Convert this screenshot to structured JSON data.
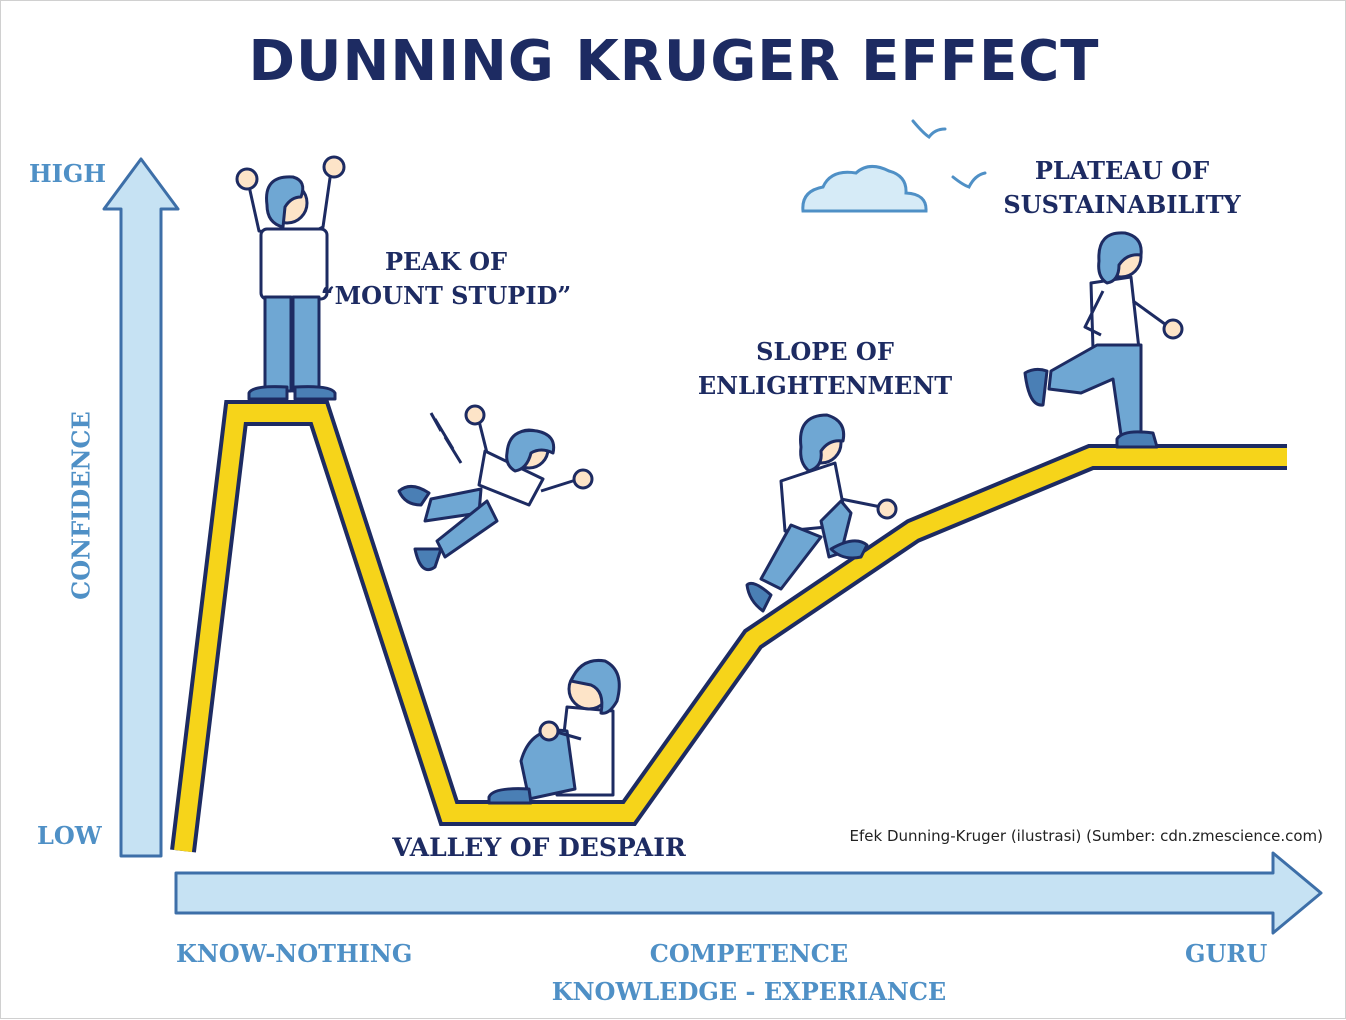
{
  "title": "DUNNING KRUGER EFFECT",
  "labels": {
    "peak_line1": "PEAK OF",
    "peak_line2": "“MOUNT STUPID”",
    "valley": "VALLEY OF DESPAIR",
    "slope_line1": "SLOPE OF",
    "slope_line2": "ENLIGHTENMENT",
    "plateau_line1": "PLATEAU OF",
    "plateau_line2": "SUSTAINABILITY"
  },
  "y_axis": {
    "label": "CONFIDENCE",
    "high": "HIGH",
    "low": "LOW"
  },
  "x_axis": {
    "left": "KNOW-NOTHING",
    "middle": "COMPETENCE",
    "right": "GURU",
    "label": "KNOWLEDGE - EXPERIANCE"
  },
  "caption": "Efek Dunning-Kruger (ilustrasi) (Sumber: cdn.zmescience.com)",
  "colors": {
    "navy": "#1d2b62",
    "axis_blue": "#c6e2f3",
    "axis_stroke": "#3d6fa8",
    "curve_yellow": "#f6d41a",
    "figure_blue": "#6fa7d3"
  },
  "icons": [
    "person-peak-icon",
    "person-falling-icon",
    "person-sitting-icon",
    "person-climbing-icon",
    "person-walking-icon",
    "cloud-icon",
    "bird-icon"
  ]
}
